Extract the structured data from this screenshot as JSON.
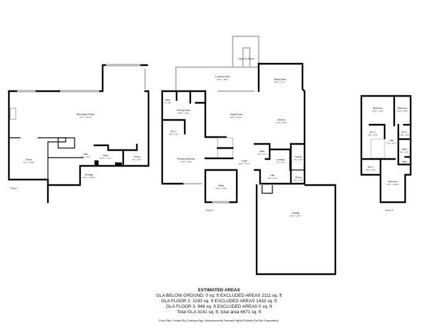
{
  "floors": [
    {
      "label": "Floor 1",
      "rooms": [
        {
          "name": "Recreation Room",
          "dims": "40'1\" x 31'11\""
        },
        {
          "name": "Room",
          "dims": "14'7\" x 18'8\""
        },
        {
          "name": "Hall",
          "dims": "5'9\" x 3'6\""
        },
        {
          "name": "Bath",
          "dims": "10'9\" x 7'11\""
        },
        {
          "name": "Room",
          "dims": "6'3\" x 8'4\""
        },
        {
          "name": "Storage",
          "dims": "37'2\" x 16'10\""
        }
      ]
    },
    {
      "label": "Floor 2",
      "rooms": [
        {
          "name": "Open To Below",
          "dims": ""
        },
        {
          "name": "Covered Deck",
          "dims": "31'3\" x 10'9\""
        },
        {
          "name": "Dining Area",
          "dims": "15'6\" x 12'7\""
        },
        {
          "name": "Bath",
          "dims": "5' x 4'8\""
        },
        {
          "name": "Primary Bath",
          "dims": "13'8\" x 12'3\""
        },
        {
          "name": "Living Room",
          "dims": "30'8\" x 16'11\""
        },
        {
          "name": "Kitchen",
          "dims": "17'8\" x 15'5\""
        },
        {
          "name": "W.I.C.",
          "dims": "8'4\" x 7'8\""
        },
        {
          "name": "Primary Bedroom",
          "dims": "19'6\" x 15'3\""
        },
        {
          "name": "Bath",
          "dims": "6'8\" x 6'4\""
        },
        {
          "name": "Laundry",
          "dims": "7'2\" x 6'9\""
        },
        {
          "name": "Pantry",
          "dims": "6'6\" x 9'2\""
        },
        {
          "name": "Foyer",
          "dims": "18'6\" x 17'7\""
        },
        {
          "name": "Hall",
          "dims": "13'6\" x 6'6\""
        },
        {
          "name": "Room",
          "dims": "5'6\" x 5'8\""
        },
        {
          "name": "Office",
          "dims": "12'6\" x 13'6\""
        },
        {
          "name": "Garage",
          "dims": "30'6\" x 36'7\""
        }
      ]
    },
    {
      "label": "Floor 3",
      "rooms": [
        {
          "name": "Bedroom",
          "dims": "12'6\" x 11'8\""
        },
        {
          "name": "Bedroom",
          "dims": "12'8\" x 11'8\""
        },
        {
          "name": "W.I.C.",
          "dims": "8'5\" x 5'2\""
        },
        {
          "name": "W.I.C.",
          "dims": "6'10\" x 6'5\""
        },
        {
          "name": "Hall",
          "dims": "7'5\" x 12'7\""
        },
        {
          "name": "Bath",
          "dims": "9'8\" x 6'5\""
        },
        {
          "name": "W.I.C.",
          "dims": "8'11\" x 5'9\""
        },
        {
          "name": "Bath",
          "dims": "8'1\" x 4'5\""
        },
        {
          "name": "Bedroom",
          "dims": "12'5\" x 19'10\""
        }
      ]
    }
  ],
  "summary": {
    "title": "ESTIMATED AREAS",
    "lines": [
      "GLA BELOW GROUND: 0 sq. ft EXCLUDED AREAS 2111 sq. ft",
      "GLA FLOOR 2: 2193 sq. ft EXCLUDED AREAS 1433 sq. ft",
      "GLA FLOOR 3: 948 sq. ft EXCLUDED AREAS 0 sq. ft",
      "Total GLA 3141 sq. ft, total area 6671 sq. ft"
    ],
    "footer": "Floor Plan Created By Cubicasa App. Measurements Deemed Highly Reliable But Not Guaranteed."
  }
}
